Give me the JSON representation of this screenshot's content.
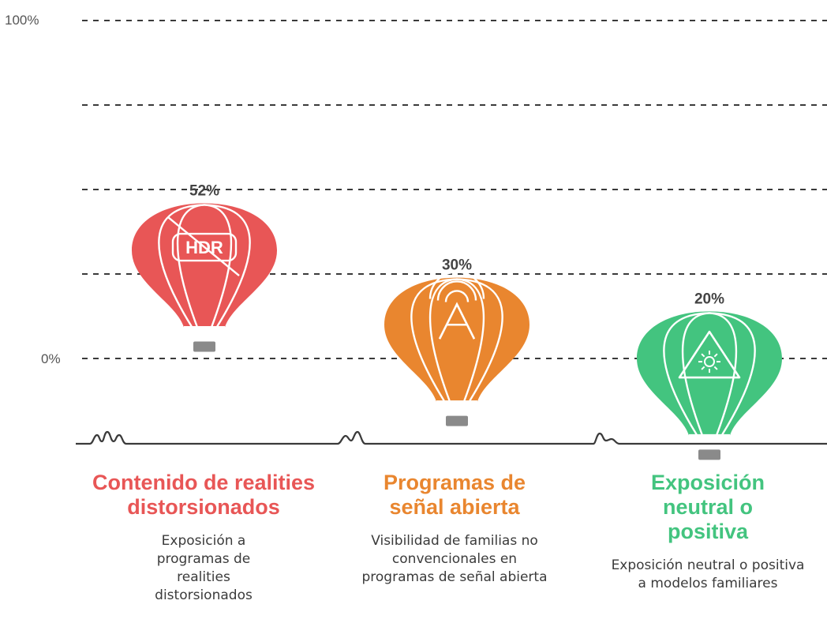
{
  "chart_data": {
    "type": "bar",
    "title": "",
    "xlabel": "",
    "ylabel": "",
    "ylim": [
      0,
      100
    ],
    "y_ticks_labeled": [
      "0%",
      "100%"
    ],
    "grid": true,
    "categories": [
      "Contenido de realities distorsionados",
      "Programas de señal abierta",
      "Exposición neutral o positiva"
    ],
    "values": [
      52,
      30,
      20
    ],
    "value_labels": [
      "52%",
      "30%",
      "20%"
    ],
    "descriptions": [
      "Exposición a programas de realities distorsionados",
      "Visibilidad de familias no convencionales en programas de señal abierta",
      "Exposición neutral o positiva a modelos familiares"
    ],
    "colors": [
      "#e85656",
      "#e9862f",
      "#43c47f"
    ],
    "icons": [
      "hdr-off-icon",
      "antenna-icon",
      "sun-warning-icon"
    ]
  }
}
